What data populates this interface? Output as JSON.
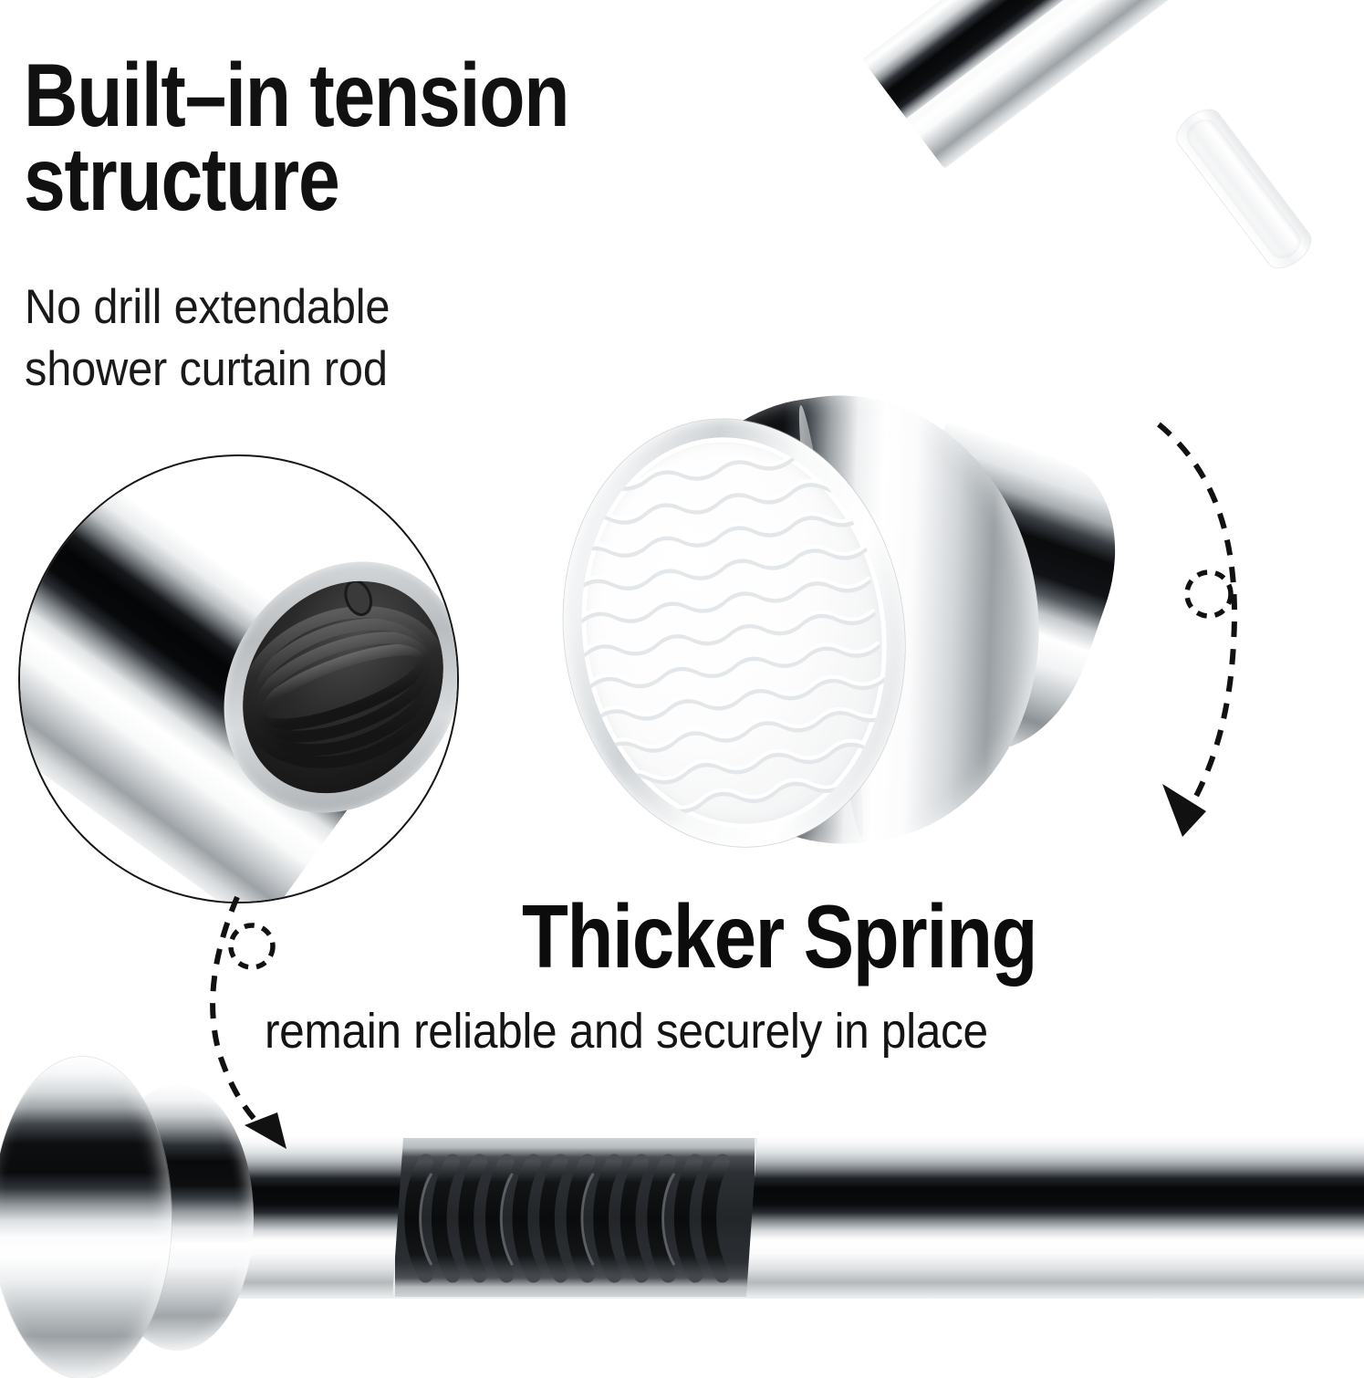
{
  "product": {
    "name": "No drill extendable shower curtain rod",
    "material": "polished chrome",
    "accent_color": "#111111",
    "background_color": "#ffffff",
    "chrome_light": "#ffffff",
    "chrome_dark": "#07080a",
    "pad_color": "#ffffff",
    "spring_color": "#111111"
  },
  "top_block": {
    "headline": "Built–in tension\nstructure",
    "subhead": "No drill extendable\nshower curtain rod"
  },
  "bottom_block": {
    "headline": "Thicker Spring",
    "subhead": "remain reliable and securely in place"
  },
  "features": {
    "tension_structure": "Built-in tension structure",
    "thicker_spring": "Thicker Spring"
  },
  "graphics": {
    "top_rod": {
      "label": "chrome-rod-diagonal",
      "has_white_ring": true,
      "ring_label": "white-rubber-ring"
    },
    "end_cap": {
      "label": "chrome-end-cap",
      "pad_label": "white-wavy-grip-pad",
      "pad_pattern": "wavy-ridges",
      "wave_rows": 11
    },
    "inset_circle": {
      "label": "cutaway-tube-close-up",
      "shows": "internal coiled spring inside chrome tube"
    },
    "bottom_rod": {
      "label": "chrome-rod-with-spring-cutaway",
      "spring_coils": 12,
      "has_end_cap": true
    },
    "callout_arrows": [
      {
        "label": "arrow-endcap-to-spring",
        "direction": "down-left",
        "style": "dashed-curve-with-loop"
      },
      {
        "label": "arrow-inset-to-rod",
        "direction": "down-right",
        "style": "dashed-curve-with-loop"
      }
    ]
  }
}
